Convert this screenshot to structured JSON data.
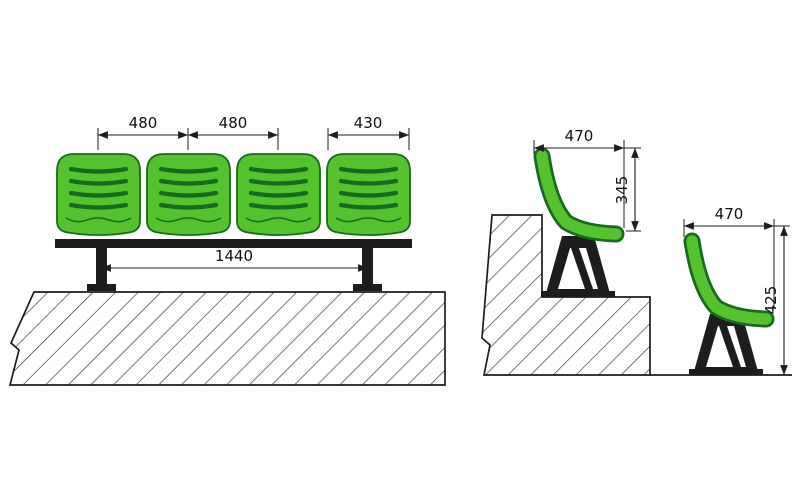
{
  "front_view": {
    "dimensions": {
      "seat_pitch_left": "480",
      "seat_pitch_center": "480",
      "end_seat_width": "430",
      "beam_span": "1440"
    }
  },
  "side_view": {
    "upper_seat": {
      "seat_depth": "470",
      "seat_height": "345"
    },
    "lower_seat": {
      "seat_depth": "470",
      "seat_height": "425"
    }
  },
  "colors": {
    "seat_green": "#54c32e",
    "seat_outline_green": "#176a1f",
    "linework": "#1d1d1d",
    "hatch_lines": "#3f3f3f",
    "background": "#ffffff"
  }
}
